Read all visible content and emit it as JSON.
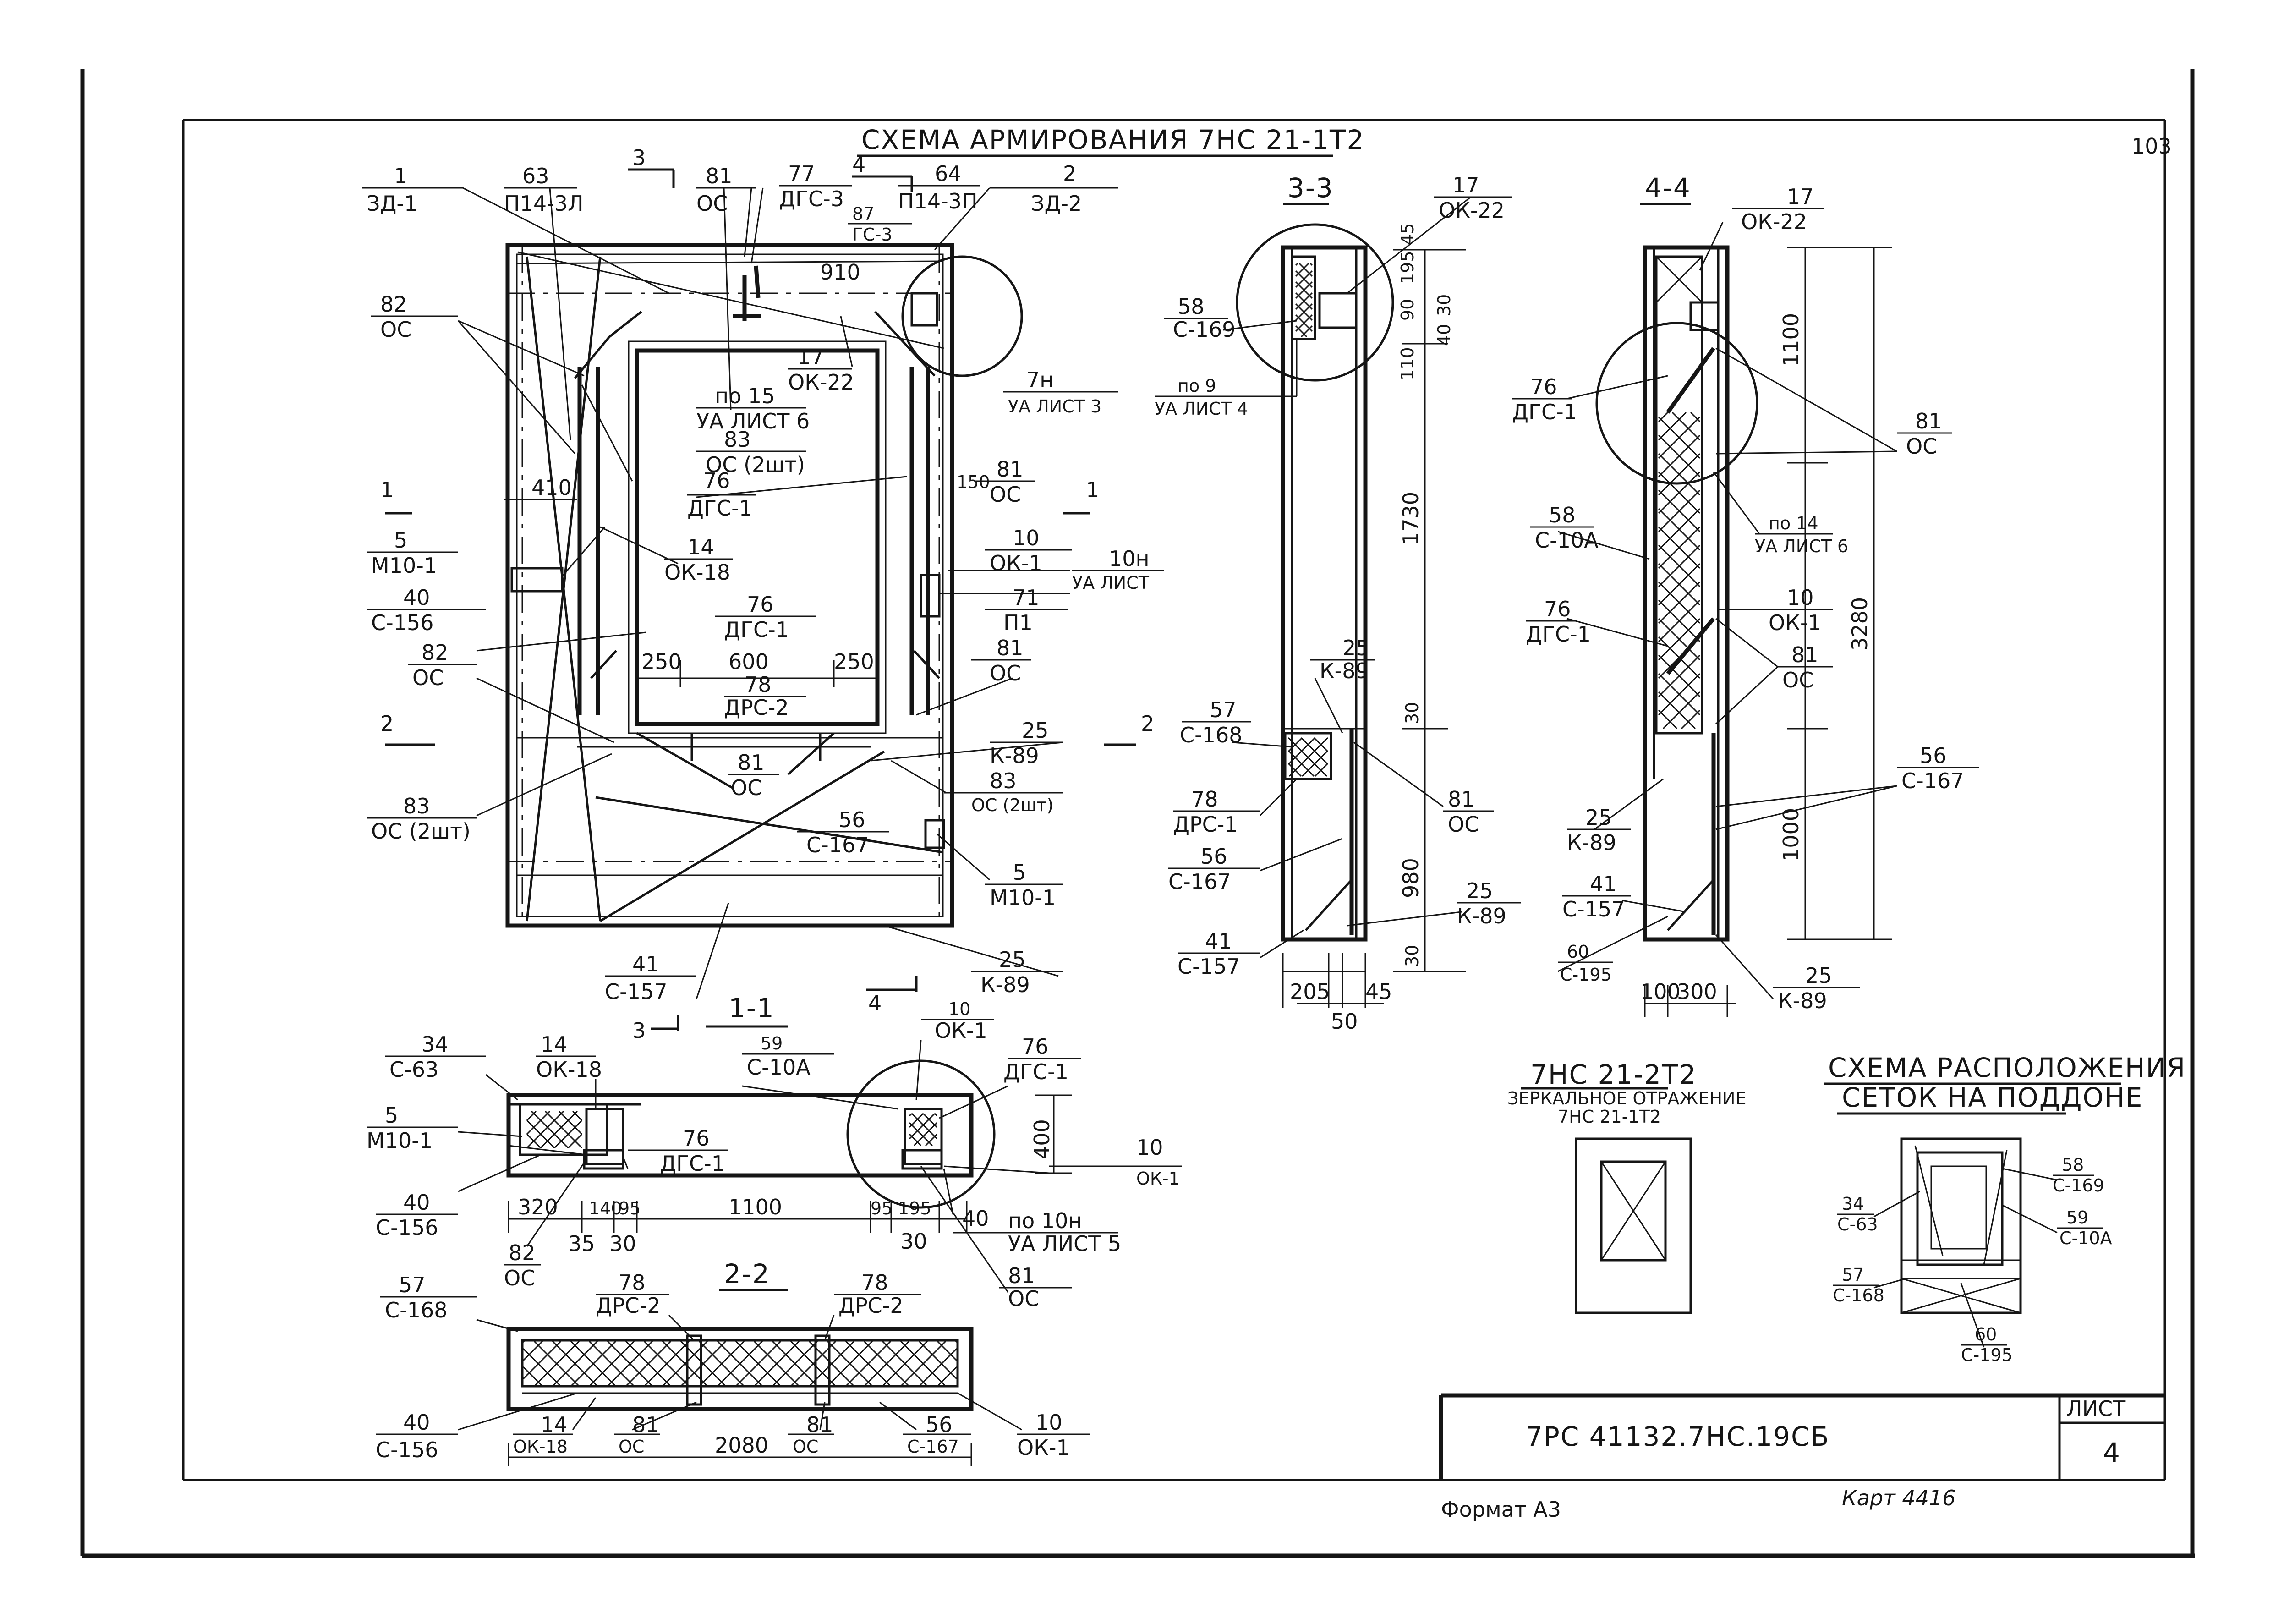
{
  "sheet_number": "103",
  "main_title": "СХЕМА АРМИРОВАНИЯ 7НС 21-1Т2",
  "callouts": [
    {
      "id": "c1",
      "top": "1",
      "bottom": "ЗД-1"
    },
    {
      "id": "c63",
      "top": "63",
      "bottom": "П14-3Л"
    },
    {
      "id": "c81a",
      "top": "81",
      "bottom": "ОС"
    },
    {
      "id": "c77",
      "top": "77",
      "bottom": "ДГС-3"
    },
    {
      "id": "c87",
      "top": "87",
      "bottom": "ГС-3"
    },
    {
      "id": "c64",
      "top": "64",
      "bottom": "П14-3П"
    },
    {
      "id": "c2",
      "top": "2",
      "bottom": "ЗД-2"
    },
    {
      "id": "c82a",
      "top": "82",
      "bottom": "ОС"
    },
    {
      "id": "c17a",
      "top": "17",
      "bottom": "ОК-22"
    },
    {
      "id": "c7n",
      "top": "7н",
      "bottom": "УА ЛИСТ 3"
    },
    {
      "id": "cpo15",
      "top": "по 15",
      "bottom": "УА ЛИСТ 6"
    },
    {
      "id": "c83a",
      "top": "83",
      "bottom": "ОС (2шт)"
    },
    {
      "id": "c81b",
      "top": "81",
      "bottom": "ОС"
    },
    {
      "id": "c76a",
      "top": "76",
      "bottom": "ДГС-1"
    },
    {
      "id": "c5a",
      "top": "5",
      "bottom": "М10-1"
    },
    {
      "id": "c14a",
      "top": "14",
      "bottom": "ОК-18"
    },
    {
      "id": "c10a",
      "top": "10",
      "bottom": "ОК-1"
    },
    {
      "id": "c10n",
      "top": "10н",
      "bottom": "УА ЛИСТ"
    },
    {
      "id": "c40a",
      "top": "40",
      "bottom": "С-156"
    },
    {
      "id": "c76b",
      "top": "76",
      "bottom": "ДГС-1"
    },
    {
      "id": "c71",
      "top": "71",
      "bottom": "П1"
    },
    {
      "id": "c82b",
      "top": "82",
      "bottom": "ОС"
    },
    {
      "id": "c81c",
      "top": "81",
      "bottom": "ОС"
    },
    {
      "id": "c78a",
      "top": "78",
      "bottom": "ДРС-2"
    },
    {
      "id": "c25a",
      "top": "25",
      "bottom": "К-89"
    },
    {
      "id": "c81d",
      "top": "81",
      "bottom": "ОС"
    },
    {
      "id": "c83b",
      "top": "83",
      "bottom": "ОС (2шт)"
    },
    {
      "id": "c83c",
      "top": "83",
      "bottom": "ОС (2шт)"
    },
    {
      "id": "c56a",
      "top": "56",
      "bottom": "С-167"
    },
    {
      "id": "c5b",
      "top": "5",
      "bottom": "М10-1"
    },
    {
      "id": "c41a",
      "top": "41",
      "bottom": "С-157"
    },
    {
      "id": "c25b",
      "top": "25",
      "bottom": "К-89"
    }
  ],
  "front_dims": [
    "910",
    "410",
    "150",
    "250",
    "600",
    "250"
  ],
  "section_marks": [
    "3",
    "4",
    "1",
    "1",
    "2",
    "2",
    "4",
    "3"
  ],
  "s33": {
    "title": "3-3",
    "callouts": [
      {
        "id": "s17",
        "top": "17",
        "bottom": "ОК-22"
      },
      {
        "id": "s58",
        "top": "58",
        "bottom": "С-169"
      },
      {
        "id": "spo9",
        "top": "по 9",
        "bottom": "УА ЛИСТ 4"
      },
      {
        "id": "s25a",
        "top": "25",
        "bottom": "К-89"
      },
      {
        "id": "s57",
        "top": "57",
        "bottom": "С-168"
      },
      {
        "id": "s78",
        "top": "78",
        "bottom": "ДРС-1"
      },
      {
        "id": "s56",
        "top": "56",
        "bottom": "С-167"
      },
      {
        "id": "s81",
        "top": "81",
        "bottom": "ОС"
      },
      {
        "id": "s25b",
        "top": "25",
        "bottom": "К-89"
      },
      {
        "id": "s41",
        "top": "41",
        "bottom": "С-157"
      }
    ],
    "dims": [
      "45",
      "195",
      "90",
      "30",
      "40",
      "110",
      "1730",
      "30",
      "980",
      "30",
      "205",
      "45",
      "50"
    ]
  },
  "s44": {
    "title": "4-4",
    "callouts": [
      {
        "id": "t17",
        "top": "17",
        "bottom": "ОК-22"
      },
      {
        "id": "t76a",
        "top": "76",
        "bottom": "ДГС-1"
      },
      {
        "id": "t81a",
        "top": "81",
        "bottom": "ОС"
      },
      {
        "id": "t58",
        "top": "58",
        "bottom": "С-10А"
      },
      {
        "id": "tpo14",
        "top": "по 14",
        "bottom": "УА ЛИСТ 6"
      },
      {
        "id": "t10",
        "top": "10",
        "bottom": "ОК-1"
      },
      {
        "id": "t76b",
        "top": "76",
        "bottom": "ДГС-1"
      },
      {
        "id": "t81b",
        "top": "81",
        "bottom": "ОС"
      },
      {
        "id": "t56",
        "top": "56",
        "bottom": "С-167"
      },
      {
        "id": "t25a",
        "top": "25",
        "bottom": "К-89"
      },
      {
        "id": "t41",
        "top": "41",
        "bottom": "С-157"
      },
      {
        "id": "t60",
        "top": "60",
        "bottom": "С-195"
      },
      {
        "id": "t25b",
        "top": "25",
        "bottom": "К-89"
      }
    ],
    "dims": [
      "1100",
      "3280",
      "1000",
      "100",
      "300"
    ]
  },
  "s11": {
    "title": "1-1",
    "callouts": [
      {
        "id": "u34",
        "top": "34",
        "bottom": "С-63"
      },
      {
        "id": "u14",
        "top": "14",
        "bottom": "ОК-18"
      },
      {
        "id": "u59",
        "top": "59",
        "bottom": "С-10А"
      },
      {
        "id": "u10a",
        "top": "10",
        "bottom": "ОК-1"
      },
      {
        "id": "u76a",
        "top": "76",
        "bottom": "ДГС-1"
      },
      {
        "id": "u5",
        "top": "5",
        "bottom": "М10-1"
      },
      {
        "id": "u76b",
        "top": "76",
        "bottom": "ДГС-1"
      },
      {
        "id": "u10b",
        "top": "10",
        "bottom": "ОК-1"
      },
      {
        "id": "u40",
        "top": "40",
        "bottom": "С-156"
      },
      {
        "id": "u82",
        "top": "82",
        "bottom": "ОС"
      },
      {
        "id": "upo10",
        "top": "по 10н",
        "bottom": "УА ЛИСТ 5"
      },
      {
        "id": "u81",
        "top": "81",
        "bottom": "ОС"
      }
    ],
    "dims": [
      "320",
      "140",
      "95",
      "1100",
      "95",
      "195",
      "40",
      "35",
      "30",
      "30",
      "400"
    ]
  },
  "s22": {
    "title": "2-2",
    "callouts": [
      {
        "id": "v57",
        "top": "57",
        "bottom": "С-168"
      },
      {
        "id": "v78a",
        "top": "78",
        "bottom": "ДРС-2"
      },
      {
        "id": "v78b",
        "top": "78",
        "bottom": "ДРС-2"
      },
      {
        "id": "v40",
        "top": "40",
        "bottom": "С-156"
      },
      {
        "id": "v14",
        "top": "14",
        "bottom": "ОК-18"
      },
      {
        "id": "v81a",
        "top": "81",
        "bottom": "ОС"
      },
      {
        "id": "v81b",
        "top": "81",
        "bottom": "ОС"
      },
      {
        "id": "v56",
        "top": "56",
        "bottom": "С-167"
      },
      {
        "id": "v10",
        "top": "10",
        "bottom": "ОК-1"
      }
    ],
    "dims": [
      "2080"
    ]
  },
  "mirror": {
    "title": "7НС 21-2Т2",
    "line2": "ЗЕРКАЛЬНОЕ ОТРАЖЕНИЕ",
    "line3": "7НС 21-1Т2"
  },
  "pallet": {
    "title1": "СХЕМА РАСПОЛОЖЕНИЯ",
    "title2": "СЕТОК НА ПОДДОНЕ",
    "callouts": [
      {
        "id": "p58",
        "top": "58",
        "bottom": "С-169"
      },
      {
        "id": "p34",
        "top": "34",
        "bottom": "С-63"
      },
      {
        "id": "p59",
        "top": "59",
        "bottom": "С-10А"
      },
      {
        "id": "p57",
        "top": "57",
        "bottom": "С-168"
      },
      {
        "id": "p60",
        "top": "60",
        "bottom": "С-195"
      }
    ]
  },
  "stamp": {
    "code": "7РС 41132.7НС.19СБ",
    "sheet_label": "ЛИСТ",
    "sheet_value": "4"
  },
  "format_label": "Формат А3",
  "archive_note": "Карт 4416"
}
